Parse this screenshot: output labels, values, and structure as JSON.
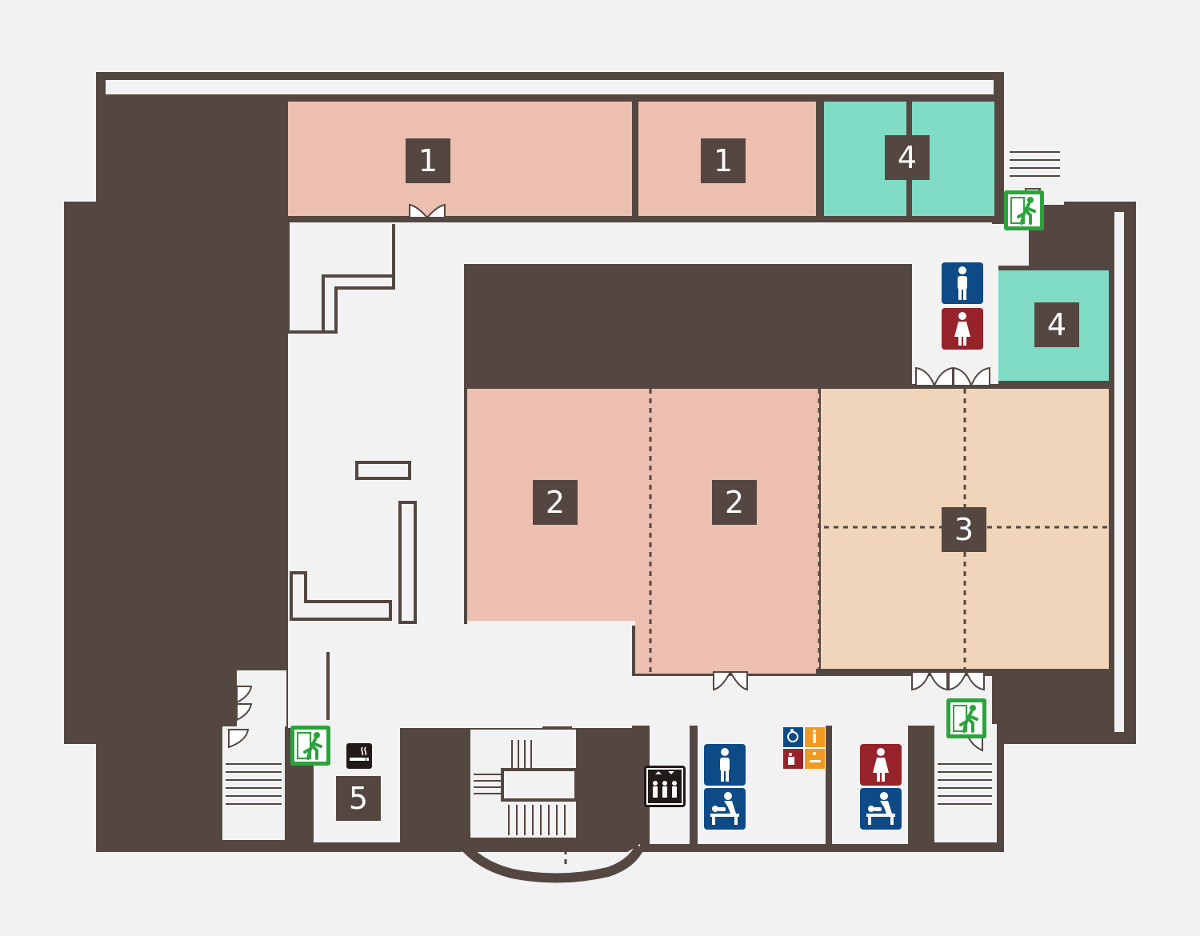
{
  "colors": {
    "background": "#f2f2f2",
    "building": "#544741",
    "room_1_2": "#ecbfb1",
    "room_3": "#f1d5ba",
    "room_4": "#80dbc4",
    "label_box": "#544741",
    "exit_green": "#2ca43c",
    "male_blue": "#0d4a86",
    "female_red": "#97232a",
    "multipurpose_orange": "#f09a23"
  },
  "rooms": [
    {
      "id": "room-1-a",
      "label": "1",
      "color_key": "room_1_2"
    },
    {
      "id": "room-1-b",
      "label": "1",
      "color_key": "room_1_2"
    },
    {
      "id": "room-4-a",
      "label": "4",
      "color_key": "room_4"
    },
    {
      "id": "room-4-b",
      "label": "4",
      "color_key": "room_4"
    },
    {
      "id": "room-2-a",
      "label": "2",
      "color_key": "room_1_2"
    },
    {
      "id": "room-2-b",
      "label": "2",
      "color_key": "room_1_2"
    },
    {
      "id": "room-3",
      "label": "3",
      "color_key": "room_3"
    },
    {
      "id": "room-5",
      "label": "5",
      "color_key": "background"
    }
  ],
  "icons": [
    {
      "name": "emergency-exit-icon",
      "count": 3
    },
    {
      "name": "male-restroom-icon",
      "count": 2
    },
    {
      "name": "female-restroom-icon",
      "count": 2
    },
    {
      "name": "baby-changing-icon",
      "count": 2
    },
    {
      "name": "multipurpose-restroom-icon",
      "count": 1
    },
    {
      "name": "elevator-icon",
      "count": 1
    },
    {
      "name": "smoking-area-icon",
      "count": 1
    }
  ]
}
